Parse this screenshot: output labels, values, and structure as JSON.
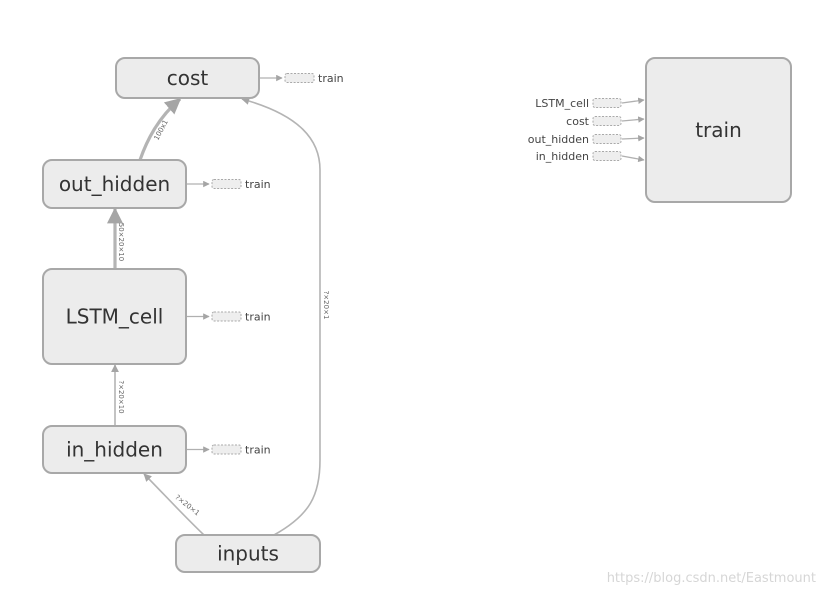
{
  "graph": {
    "nodes": [
      {
        "id": "cost",
        "label": "cost"
      },
      {
        "id": "out_hidden",
        "label": "out_hidden"
      },
      {
        "id": "LSTM_cell",
        "label": "LSTM_cell"
      },
      {
        "id": "in_hidden",
        "label": "in_hidden"
      },
      {
        "id": "inputs",
        "label": "inputs"
      },
      {
        "id": "train",
        "label": "train"
      }
    ],
    "edges": [
      {
        "from": "out_hidden",
        "to": "cost",
        "shape": "100x1"
      },
      {
        "from": "LSTM_cell",
        "to": "out_hidden",
        "shape": "50×20×10"
      },
      {
        "from": "in_hidden",
        "to": "LSTM_cell",
        "shape": "?×20×10"
      },
      {
        "from": "inputs",
        "to": "in_hidden",
        "shape": "?×20×1"
      },
      {
        "from": "inputs",
        "to": "cost",
        "shape": "?×20×1"
      }
    ],
    "aux_outputs": [
      {
        "from": "cost",
        "label": "train"
      },
      {
        "from": "out_hidden",
        "label": "train"
      },
      {
        "from": "LSTM_cell",
        "label": "train"
      },
      {
        "from": "in_hidden",
        "label": "train"
      }
    ],
    "aux_inputs": [
      {
        "to": "train",
        "label": "LSTM_cell"
      },
      {
        "to": "train",
        "label": "cost"
      },
      {
        "to": "train",
        "label": "out_hidden"
      },
      {
        "to": "train",
        "label": "in_hidden"
      }
    ]
  },
  "watermark": "https://blog.csdn.net/Eastmount"
}
